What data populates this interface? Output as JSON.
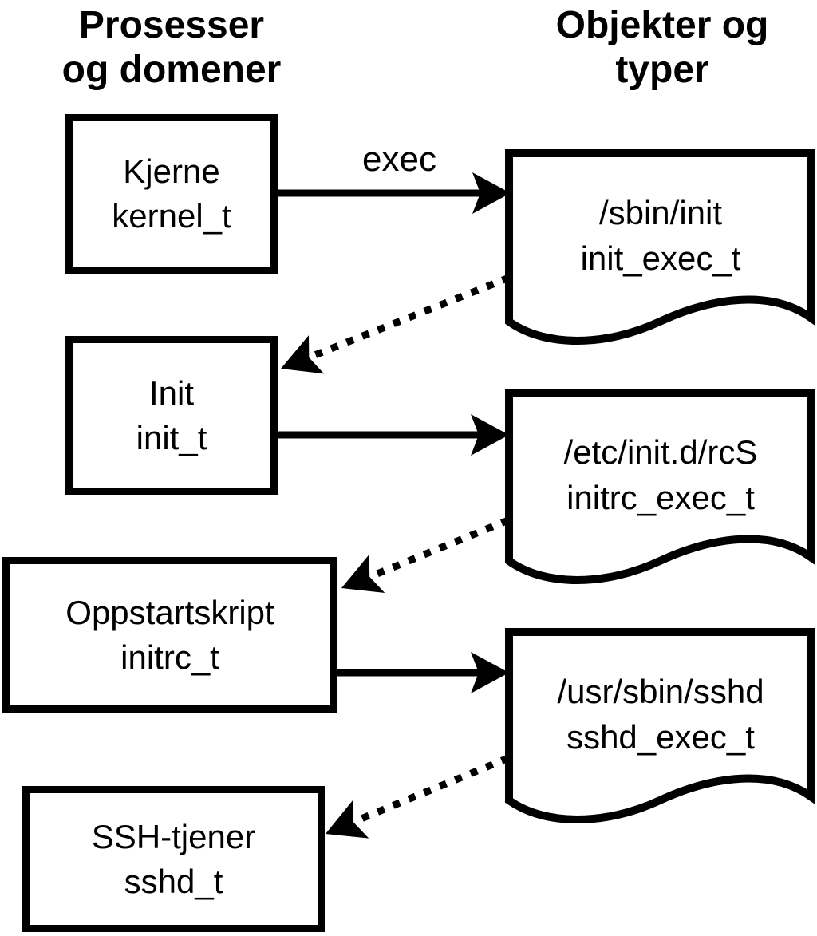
{
  "columns": {
    "left_title_line1": "Prosesser",
    "left_title_line2": "og domener",
    "right_title_line1": "Objekter og",
    "right_title_line2": "typer"
  },
  "process_boxes": [
    {
      "name": "Kjerne",
      "domain": "kernel_t"
    },
    {
      "name": "Init",
      "domain": "init_t"
    },
    {
      "name": "Oppstartskript",
      "domain": "initrc_t"
    },
    {
      "name": "SSH-tjener",
      "domain": "sshd_t"
    }
  ],
  "object_docs": [
    {
      "path": "/sbin/init",
      "type": "init_exec_t"
    },
    {
      "path": "/etc/init.d/rcS",
      "type": "initrc_exec_t"
    },
    {
      "path": "/usr/sbin/sshd",
      "type": "sshd_exec_t"
    }
  ],
  "arrows": {
    "exec_label": "exec"
  },
  "colors": {
    "foreground": "#000000",
    "background": "#ffffff"
  }
}
